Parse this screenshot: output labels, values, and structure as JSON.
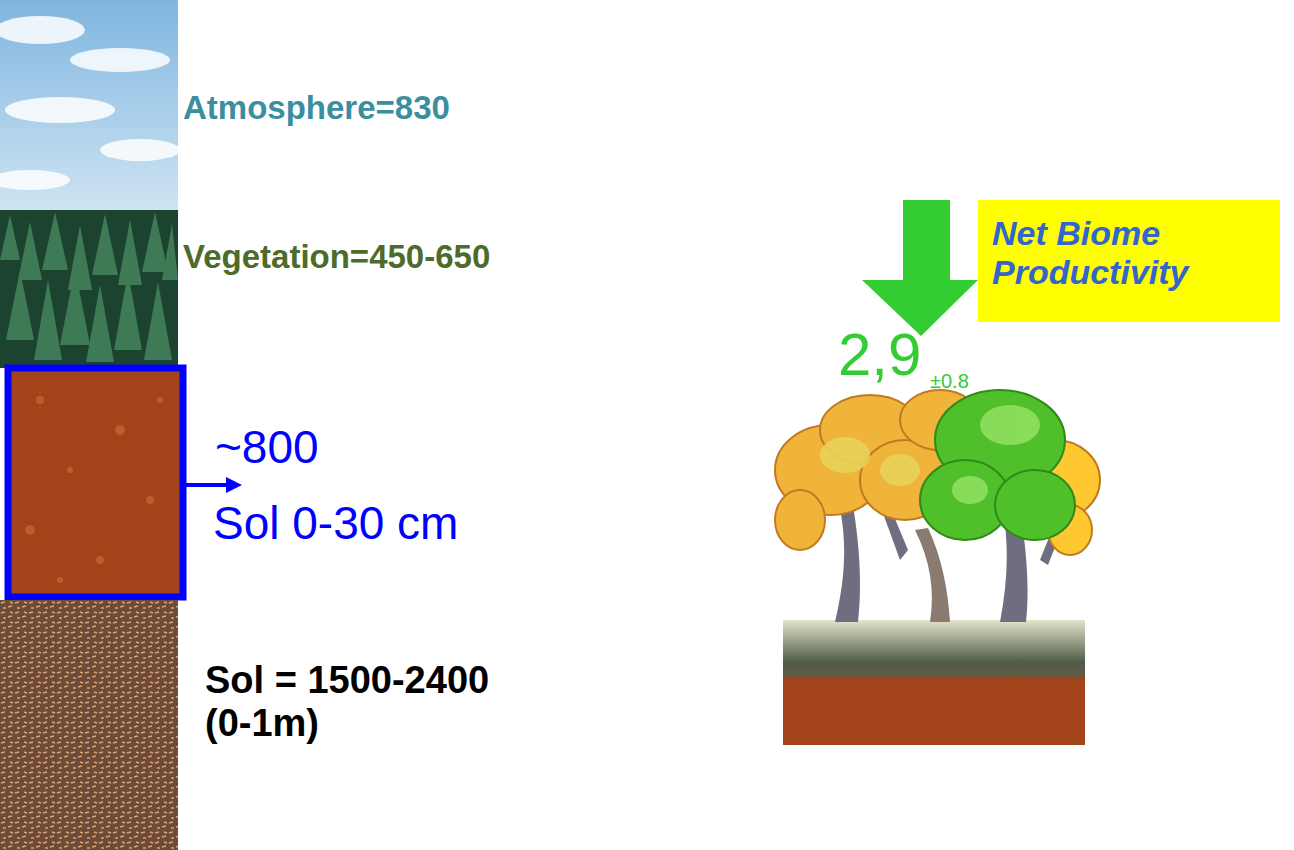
{
  "diagram": {
    "nodes": [
      {
        "text": [
          "Net Biome Productivity"
        ]
      }
    ],
    "labels": [
      "Atmosphere=830",
      "Vegetation=450-650",
      "~800",
      "Sol 0-30 cm",
      "Sol = 1500-2400",
      "(0-1m)",
      "2,9",
      "±0.8"
    ]
  }
}
